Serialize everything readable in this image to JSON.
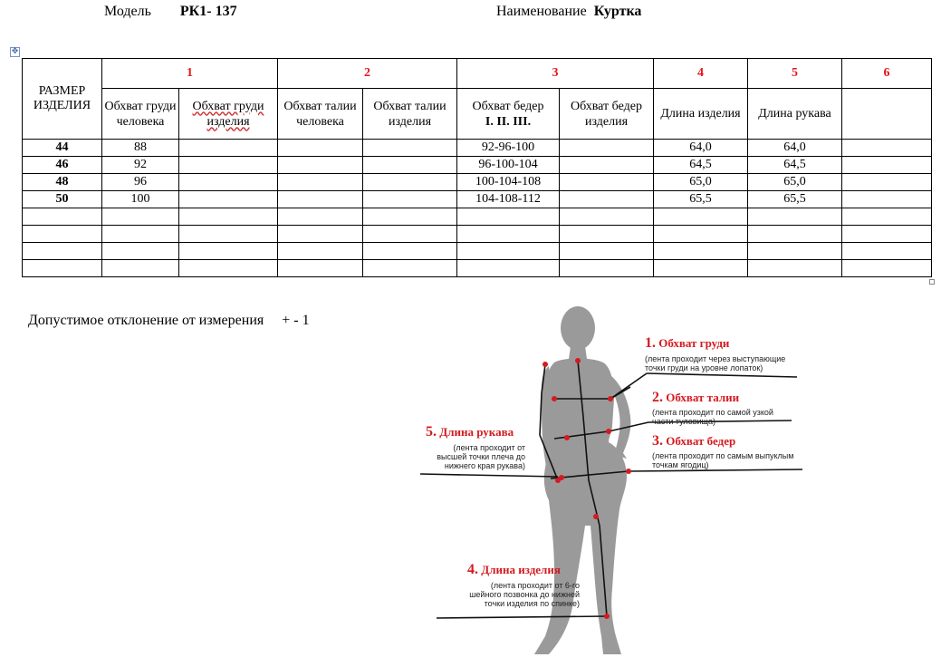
{
  "header": {
    "model_label": "Модель",
    "model_value": "РК1-  137",
    "name_label": "Наименование",
    "name_value": "Куртка"
  },
  "table": {
    "size_header": "РАЗМЕР ИЗДЕЛИЯ",
    "groups": [
      "1",
      "2",
      "3",
      "4",
      "5",
      "6"
    ],
    "columns": {
      "chest_person": "Обхват груди человека",
      "chest_garment": "Обхват груди изделия",
      "waist_person": "Обхват талии человека",
      "waist_garment": "Обхват талии изделия",
      "hips_person_l1": "Обхват бедер",
      "hips_person_l2": "I. II. III.",
      "hips_garment": "Обхват бедер изделия",
      "length_garment": "Длина изделия",
      "sleeve_length": "Длина рукава",
      "extra": ""
    },
    "rows": [
      {
        "size": "44",
        "chest": "88",
        "hips": "92-96-100",
        "length": "64,0",
        "sleeve": "64,0"
      },
      {
        "size": "46",
        "chest": "92",
        "hips": "96-100-104",
        "length": "64,5",
        "sleeve": "64,5"
      },
      {
        "size": "48",
        "chest": "96",
        "hips": "100-104-108",
        "length": "65,0",
        "sleeve": "65,0"
      },
      {
        "size": "50",
        "chest": "100",
        "hips": "104-108-112",
        "length": "65,5",
        "sleeve": "65,5"
      }
    ],
    "empty_rows": 4
  },
  "tolerance": {
    "label": "Допустимое отклонение от измерения",
    "value": "+ - 1"
  },
  "figure": {
    "labels": [
      {
        "num": "1.",
        "title": "Обхват груди",
        "note_l1": "(лента проходит через выступающие",
        "note_l2": "точки груди на уровне лопаток)"
      },
      {
        "num": "2.",
        "title": "Обхват талии",
        "note_l1": "(лента проходит по самой узкой",
        "note_l2": "части туловища)"
      },
      {
        "num": "3.",
        "title": "Обхват бедер",
        "note_l1": "(лента проходит по самым выпуклым",
        "note_l2": "точкам ягодиц)"
      },
      {
        "num": "5.",
        "title": "Длина рукава",
        "note_l1": "(лента проходит от",
        "note_l2": "высшей точки плеча до",
        "note_l3": "нижнего края рукава)"
      },
      {
        "num": "4.",
        "title": "Длина изделия",
        "note_l1": "(лента проходит от 6-го",
        "note_l2": "шейного позвонка до нижней",
        "note_l3": "точки изделия по спинке)"
      }
    ],
    "colors": {
      "accent": "#d41a20",
      "silhouette": "#9a9a9a"
    }
  }
}
